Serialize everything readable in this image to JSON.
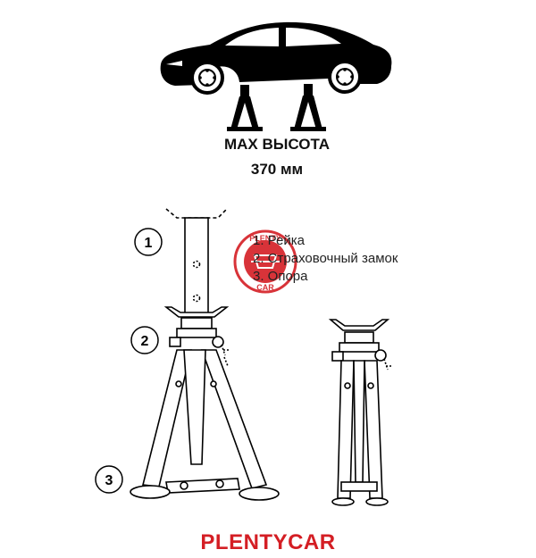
{
  "heading": {
    "title": "MAX ВЫСОТА",
    "value": "370 мм"
  },
  "callouts": [
    "1",
    "2",
    "3"
  ],
  "legend": {
    "items": [
      "1. Рейка",
      "2. Страховочный замок",
      "3. Опора"
    ]
  },
  "watermark": {
    "top_text": "PLENTY",
    "bottom_text": "CAR",
    "color": "#d41e24"
  },
  "brand": {
    "label": "PLENTYCAR",
    "color": "#d41e24"
  },
  "icons": [
    "car-icon",
    "jack-stand-icon"
  ]
}
